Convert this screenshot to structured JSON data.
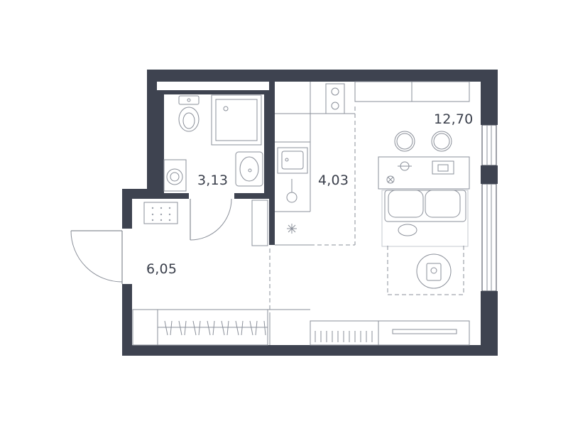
{
  "plan": {
    "rooms": [
      {
        "id": "bathroom",
        "area": "3,13"
      },
      {
        "id": "kitchen",
        "area": "4,03"
      },
      {
        "id": "living-room",
        "area": "12,70"
      },
      {
        "id": "hallway",
        "area": "6,05"
      }
    ],
    "colors": {
      "wall": "#3e4350",
      "line": "#8a8f99",
      "text": "#3a3f4b"
    }
  }
}
